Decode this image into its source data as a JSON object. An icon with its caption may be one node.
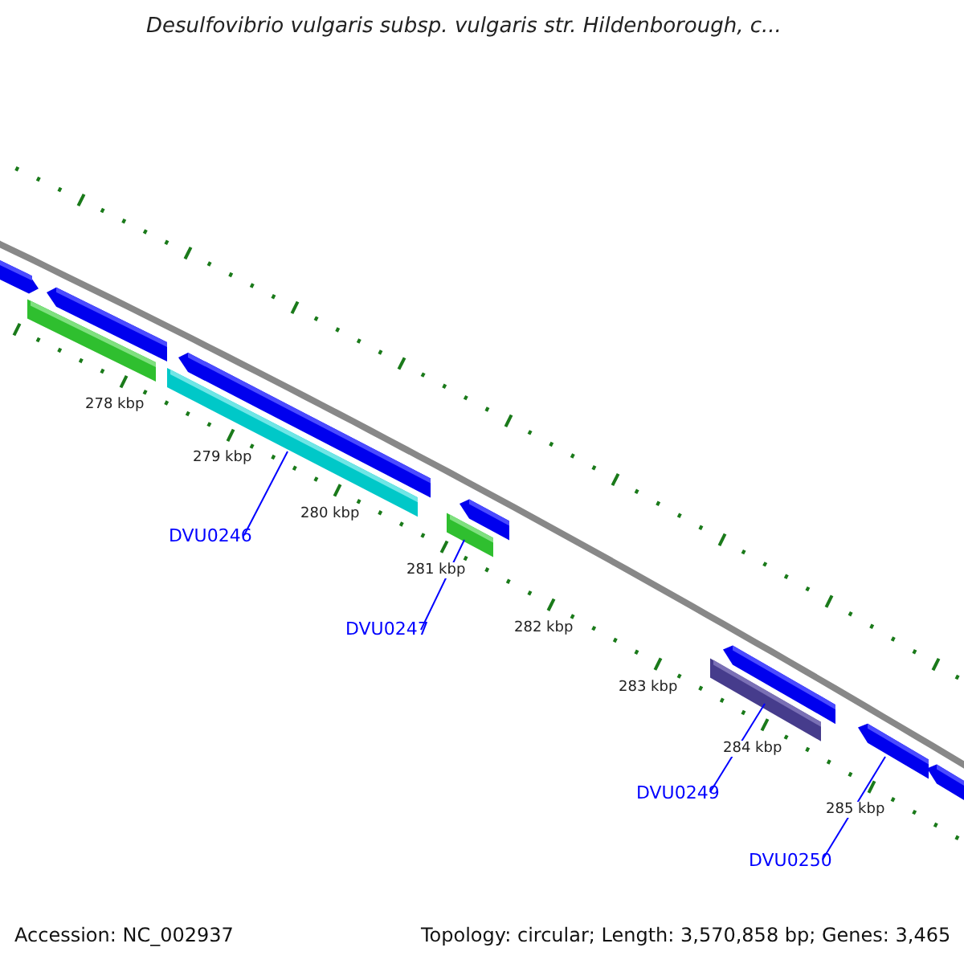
{
  "diagram": {
    "title": "Desulfovibrio vulgaris subsp. vulgaris str. Hildenborough, c...",
    "nodes": [
      {
        "text": [],
        "shape": "bar"
      },
      {
        "text": [],
        "shape": "bar"
      },
      {
        "text": [],
        "shape": "bar"
      },
      {
        "text": [],
        "shape": "bar"
      },
      {
        "text": [],
        "shape": "bar"
      },
      {
        "text": [],
        "shape": "bar"
      },
      {
        "text": [],
        "shape": "bar"
      },
      {
        "text": [],
        "shape": "bar"
      },
      {
        "text": [],
        "shape": "bar"
      },
      {
        "text": [],
        "shape": "bar"
      },
      {
        "text": [],
        "shape": "bar"
      },
      {
        "text": [
          "DVU0246"
        ]
      },
      {
        "text": [
          "DVU0247"
        ]
      },
      {
        "text": [
          "DVU0249"
        ]
      },
      {
        "text": [
          "DVU0250"
        ]
      }
    ],
    "edges": [
      {
        "from": 11,
        "to": 3,
        "arrow": "none"
      },
      {
        "from": 12,
        "to": 5,
        "arrow": "none"
      },
      {
        "from": 13,
        "to": 7,
        "arrow": "none"
      },
      {
        "from": 14,
        "to": 9,
        "arrow": "none"
      }
    ],
    "labels": [
      "278 kbp",
      "279 kbp",
      "280 kbp",
      "281 kbp",
      "282 kbp",
      "283 kbp",
      "284 kbp",
      "285 kbp",
      "Accession: NC_002937",
      "Topology: circular; Length: 3,570,858 bp; Genes: 3,465"
    ]
  }
}
